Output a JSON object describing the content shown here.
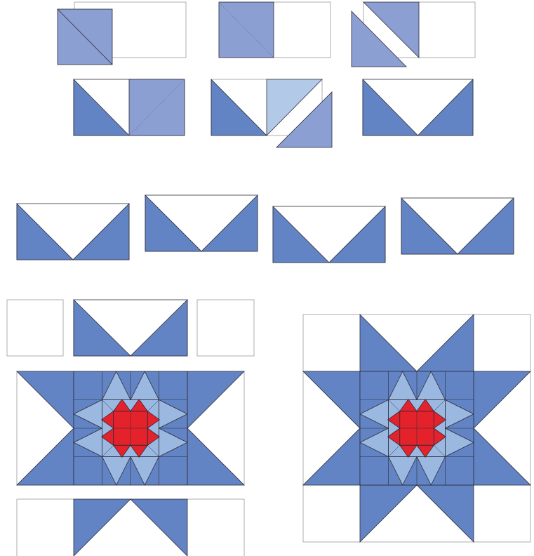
{
  "colors": {
    "background": "#ffffff",
    "block_fill": "#ffffff",
    "medium_blue": "#6384c4",
    "light_blue_square": "#8c9fd2",
    "pale_blue": "#b3c9e8",
    "star_light_blue": "#9ab8e0",
    "red": "#e4222b",
    "outline": "#2b2b3a",
    "light_outline": "#999999"
  },
  "diagram": {
    "steps": [
      {
        "name": "square-on-rectangle",
        "units": "flying-geese"
      },
      {
        "name": "sew-diagonal",
        "units": "flying-geese"
      },
      {
        "name": "trim-and-press",
        "units": "flying-geese"
      },
      {
        "name": "second-square",
        "units": "flying-geese"
      },
      {
        "name": "second-trim",
        "units": "flying-geese"
      },
      {
        "name": "finished-unit",
        "units": "flying-geese"
      }
    ],
    "unit_count": 4,
    "final_block": "star-within-star"
  }
}
